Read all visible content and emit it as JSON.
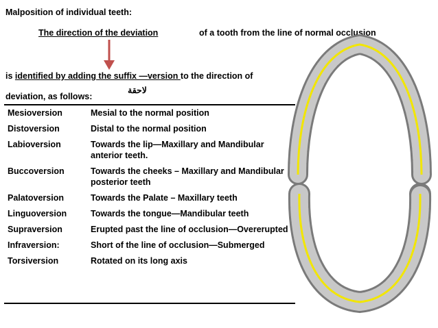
{
  "heading": "Malposition of individual teeth:",
  "direction_label": "The direction of the deviation",
  "direction_suffix": "of a tooth from the line of normal occlusion",
  "intro": {
    "prefix": "is ",
    "underlined_1": "identified by adding the suffix —version ",
    "suffix": "to the direction of",
    "line2": "deviation, as follows:",
    "arabic": "لاحقة"
  },
  "colors": {
    "arrow": "#c0504d",
    "occlusion_line": "#f2e600",
    "tooth": "#b8b8b8"
  },
  "icons": {
    "arrow": "down-arrow-icon",
    "illustration": "dental-arches-illustration"
  },
  "terms": [
    {
      "term": "Mesioversion",
      "definition": "Mesial to the normal position"
    },
    {
      "term": "Distoversion",
      "definition": "Distal to the normal position"
    },
    {
      "term": "Labioversion",
      "definition": "Towards the lip—Maxillary and Mandibular anterior teeth."
    },
    {
      "term": "Buccoversion",
      "definition": "Towards the cheeks – Maxillary and Mandibular posterior teeth"
    },
    {
      "term": "Palatoversion",
      "definition": "Towards the Palate – Maxillary  teeth"
    },
    {
      "term": "Linguoversion",
      "definition": "Towards the tongue—Mandibular teeth"
    },
    {
      "term": "Supraversion",
      "definition": "Erupted past the line of occlusion—Overerupted"
    },
    {
      "term": "Infraversion:",
      "definition": "Short of the line of occlusion—Submerged"
    },
    {
      "term": "Torsiversion",
      "definition": "Rotated on its long axis"
    }
  ]
}
